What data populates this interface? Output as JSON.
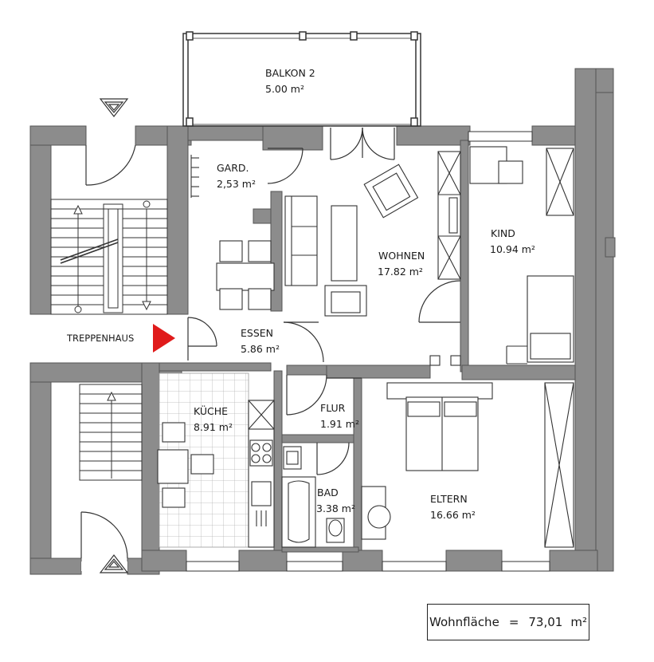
{
  "rooms": {
    "balkon": {
      "name": "BALKON 2",
      "area": "5.00 m²"
    },
    "gard": {
      "name": "GARD.",
      "area": "2,53 m²"
    },
    "wohnen": {
      "name": "WOHNEN",
      "area": "17.82 m²"
    },
    "kind": {
      "name": "KIND",
      "area": "10.94 m²"
    },
    "essen": {
      "name": "ESSEN",
      "area": "5.86 m²"
    },
    "treppenhaus": {
      "name": "TREPPENHAUS"
    },
    "kueche": {
      "name": "KÜCHE",
      "area": "8.91 m²"
    },
    "flur": {
      "name": "FLUR",
      "area": "1.91 m²"
    },
    "bad": {
      "name": "BAD",
      "area": "3.38 m²"
    },
    "eltern": {
      "name": "ELTERN",
      "area": "16.66 m²"
    }
  },
  "summary": {
    "label": "Wohnfläche",
    "equals": "=",
    "value": "73,01",
    "unit": "m²"
  },
  "colors": {
    "wall": "#8c8c8c",
    "wall_edge": "#555555",
    "entrance_marker": "#e01b1b",
    "line": "#333333"
  }
}
